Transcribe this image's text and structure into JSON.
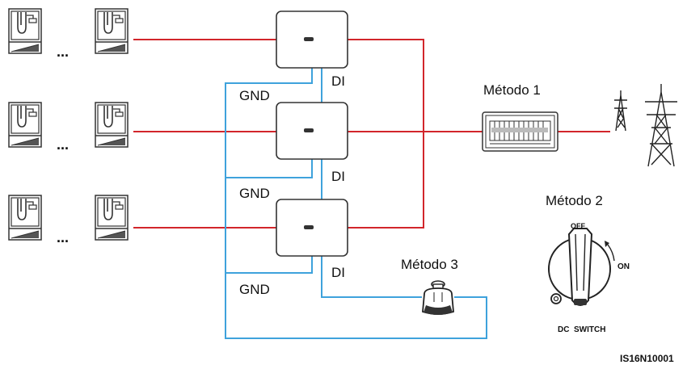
{
  "labels": {
    "di": "DI",
    "gnd": "GND",
    "method1": "Método 1",
    "method2": "Método 2",
    "method3": "Método 3",
    "ellipsis": "...",
    "switch_off": "OFF",
    "switch_on": "ON",
    "switch_caption": "DC  SWITCH",
    "figure_id": "IS16N10001"
  },
  "colors": {
    "ac_line": "#d2262b",
    "signal_line": "#3ea2dc",
    "outline": "#333333"
  },
  "icons": [
    "pv-module-icon",
    "inverter-icon",
    "distribution-box-icon",
    "pylon-icon",
    "dc-switch-icon",
    "emergency-stop-button-icon"
  ]
}
